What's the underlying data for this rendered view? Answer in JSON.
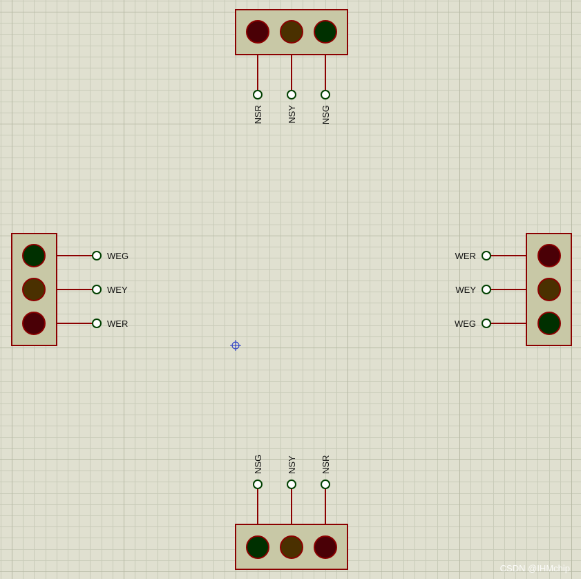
{
  "colors": {
    "background": "#e0e0d0",
    "grid_minor": "#c8cbb8",
    "grid_major": "#b6b9a4",
    "body_fill": "#c8c8a6",
    "outline": "#8b0000",
    "wire": "#8b0000",
    "pin_terminal": "#004000",
    "lamp_red": "#4a0006",
    "lamp_yellow": "#4a3000",
    "lamp_green": "#003000",
    "origin_marker": "#1e32c8"
  },
  "lights": {
    "north": {
      "pins": [
        "NSR",
        "NSY",
        "NSG"
      ],
      "lamps": [
        "red",
        "yellow",
        "green"
      ]
    },
    "south": {
      "pins": [
        "NSG",
        "NSY",
        "NSR"
      ],
      "lamps": [
        "green",
        "yellow",
        "red"
      ]
    },
    "west": {
      "pins": [
        "WEG",
        "WEY",
        "WER"
      ],
      "lamps": [
        "green",
        "yellow",
        "red"
      ]
    },
    "east": {
      "pins": [
        "WER",
        "WEY",
        "WEG"
      ],
      "lamps": [
        "red",
        "yellow",
        "green"
      ]
    }
  },
  "origin_marker_icon": "crosshair-icon",
  "watermark": "CSDN @IHMchip"
}
